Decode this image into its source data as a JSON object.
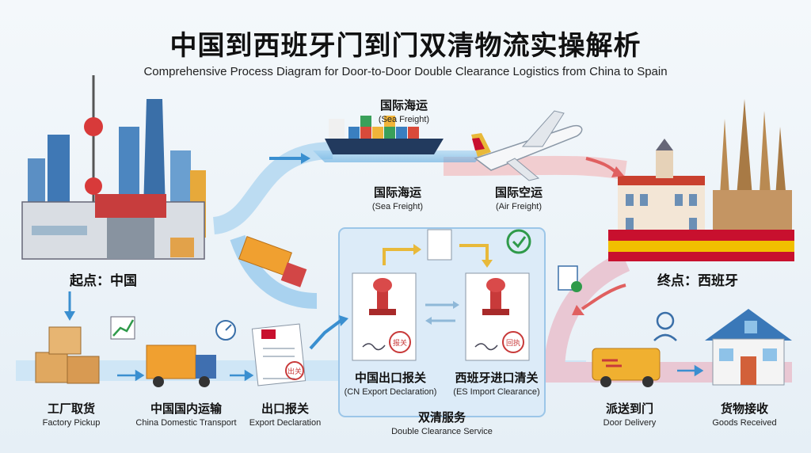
{
  "title": "中国到西班牙门到门双清物流实操解析",
  "subtitle": "Comprehensive Process Diagram for Door-to-Door Double Clearance Logistics from China to Spain",
  "origin": {
    "label": "起点：中国"
  },
  "destination": {
    "label": "终点：西班牙"
  },
  "sea_freight_top": {
    "zh": "国际海运",
    "en": "(Sea Freight)"
  },
  "sea_freight": {
    "zh": "国际海运",
    "en": "(Sea Freight)"
  },
  "air_freight": {
    "zh": "国际空运",
    "en": "(Air Freight)"
  },
  "steps": [
    {
      "zh": "工厂取货",
      "en": "Factory Pickup"
    },
    {
      "zh": "中国国内运输",
      "en": "China Domestic Transport"
    },
    {
      "zh": "出口报关",
      "en": "Export Declaration"
    },
    {
      "zh": "派送到门",
      "en": "Door Delivery"
    },
    {
      "zh": "货物接收",
      "en": "Goods Received"
    }
  ],
  "clearance": {
    "cn_export": {
      "zh": "中国出口报关",
      "en": "(CN Export Declaration)"
    },
    "es_import": {
      "zh": "西班牙进口清关",
      "en": "(ES Import Clearance)"
    },
    "service": {
      "zh": "双清服务",
      "en": "Double Clearance Service"
    },
    "stamp_left": "报关",
    "stamp_right": "回执",
    "stamp_export": "出关"
  },
  "colors": {
    "accent_blue": "#3a8fd0",
    "flag_red": "#c8102e",
    "flag_yellow": "#f1bf00",
    "truck_orange": "#f0a030"
  }
}
